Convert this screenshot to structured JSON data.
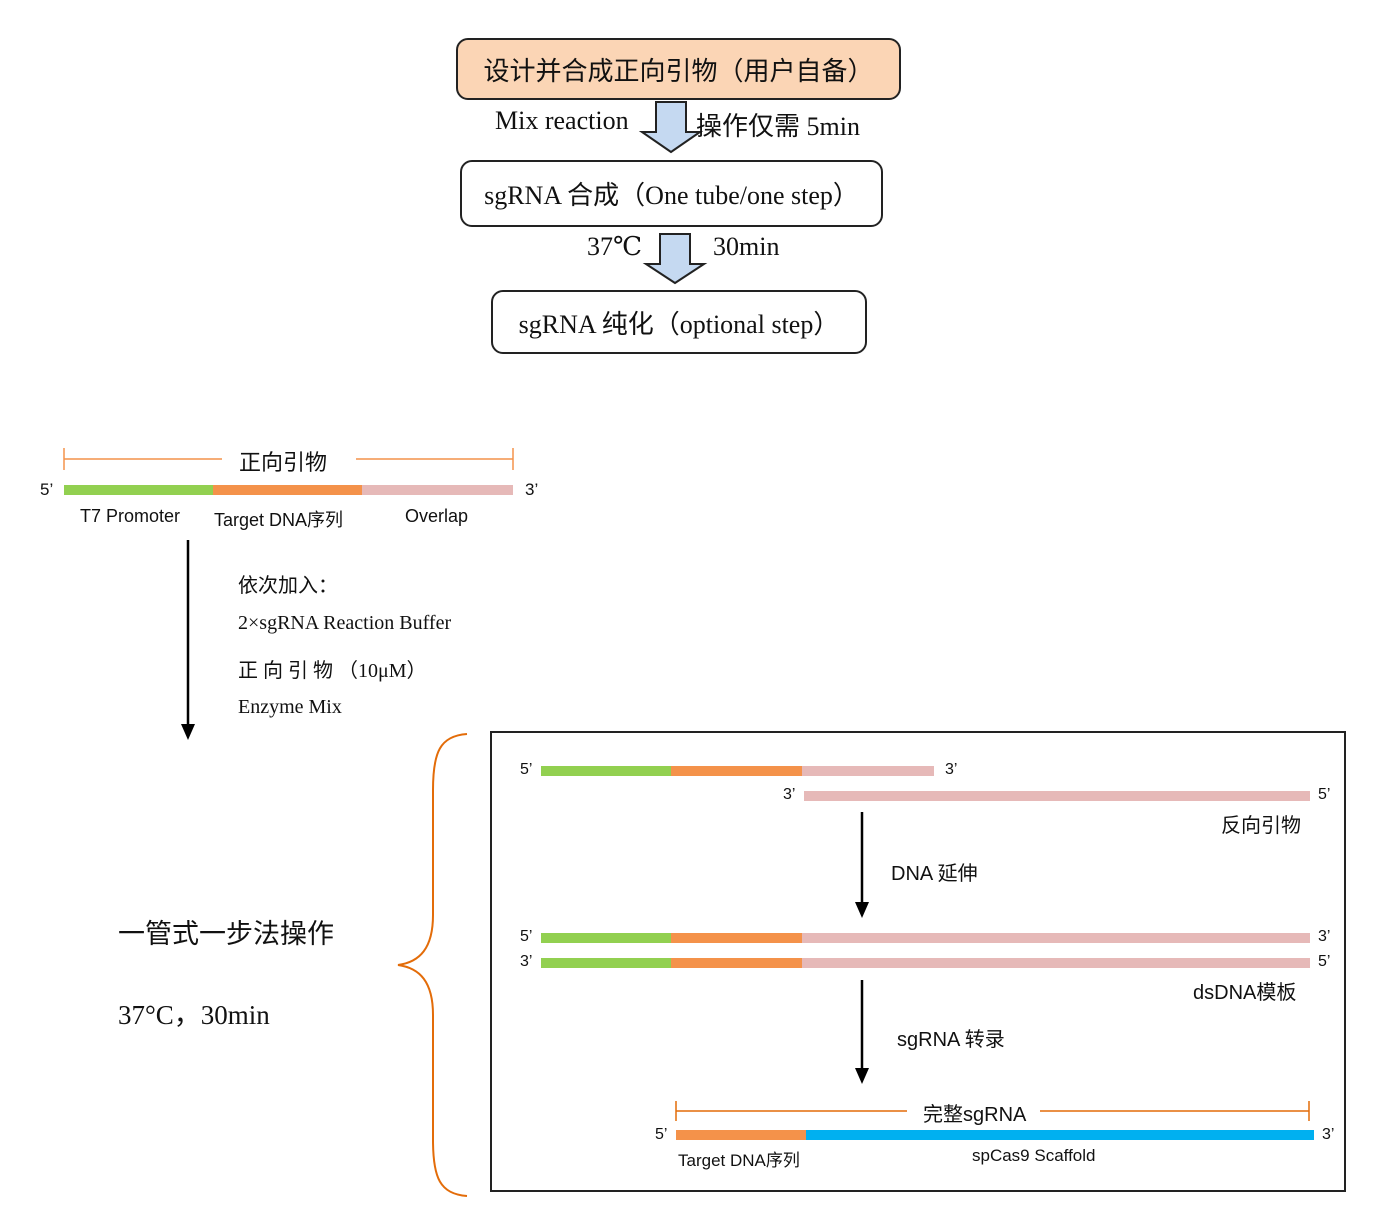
{
  "flow": {
    "step1": "设计并合成正向引物（用户自备）",
    "arrow1_left": "Mix reaction",
    "arrow1_right": "操作仅需  5min",
    "step2": "sgRNA 合成（One tube/one step）",
    "arrow2_left": "37℃",
    "arrow2_right": "30min",
    "step3": "sgRNA 纯化（optional step）"
  },
  "primer": {
    "title": "正向引物",
    "end5": "5’",
    "end3": "3’",
    "seg1": "T7 Promoter",
    "seg2": "Target DNA序列",
    "seg3": "Overlap"
  },
  "add": {
    "title": "依次加入：",
    "item1": "2×sgRNA Reaction Buffer",
    "item2": "正 向 引 物 （10μM）",
    "item3": "Enzyme Mix"
  },
  "onetube": {
    "line1": "一管式一步法操作",
    "line2": "37°C，30min"
  },
  "panel": {
    "end5": "5’",
    "end3": "3’",
    "reverse_primer": "反向引物",
    "step_dna": "DNA 延伸",
    "template": "dsDNA模板",
    "step_rna": "sgRNA 转录",
    "full_sgrna": "完整sgRNA",
    "target": "Target DNA序列",
    "scaffold": "spCas9 Scaffold"
  },
  "colors": {
    "box1_fill": "#fbd5b5",
    "arrow_fill": "#c5d9f1",
    "brace": "#e36c09",
    "t7": "#92d050",
    "target": "#f4924a",
    "overlap": "#e6b9b8",
    "scaffold": "#00b0f0"
  }
}
